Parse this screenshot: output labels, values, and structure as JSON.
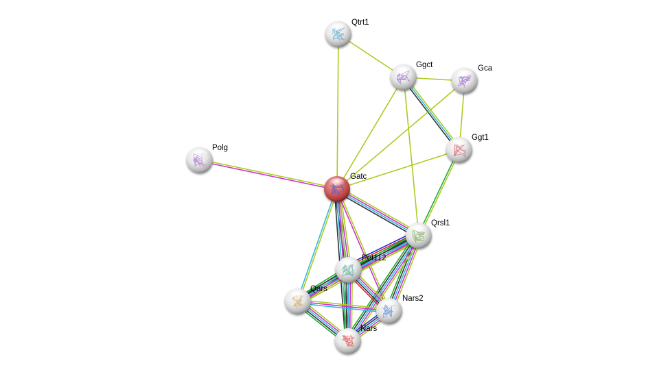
{
  "diagram": {
    "type": "protein-interaction-network",
    "edge_color_legend": {
      "experiments": "#cc33cc",
      "databases": "#33bbdd",
      "textmining": "#aacc22",
      "coexpression": "#333333",
      "neighborhood": "#22aa33",
      "gene_fusion": "#dd2222",
      "co_occurrence": "#2233cc"
    },
    "nodes": [
      {
        "id": "Qtrt1",
        "label": "Qtrt1",
        "query": false,
        "structure_color": "#55aacc"
      },
      {
        "id": "Ggct",
        "label": "Ggct",
        "query": false,
        "structure_color": "#9966cc"
      },
      {
        "id": "Gca",
        "label": "Gca",
        "query": false,
        "structure_color": "#9966cc"
      },
      {
        "id": "Ggt1",
        "label": "Ggt1",
        "query": false,
        "structure_color": "#cc5566"
      },
      {
        "id": "Polg",
        "label": "Polg",
        "query": false,
        "structure_color": "#aa77cc"
      },
      {
        "id": "Gatc",
        "label": "Gatc",
        "query": true,
        "structure_color": "#7755aa"
      },
      {
        "id": "Qrsl1",
        "label": "Qrsl1",
        "query": false,
        "structure_color": "#77aa55"
      },
      {
        "id": "Pet112",
        "label": "Pet112",
        "query": false,
        "structure_color": "#55aa99"
      },
      {
        "id": "Qars",
        "label": "Qars",
        "query": false,
        "structure_color": "#ccaa66"
      },
      {
        "id": "Nars2",
        "label": "Nars2",
        "query": false,
        "structure_color": "#5588cc"
      },
      {
        "id": "Nars",
        "label": "Nars",
        "query": false,
        "structure_color": "#dd4444"
      }
    ],
    "edges": [
      {
        "source": "Qtrt1",
        "target": "Gatc",
        "evidence": [
          "textmining"
        ]
      },
      {
        "source": "Qtrt1",
        "target": "Ggct",
        "evidence": [
          "textmining"
        ]
      },
      {
        "source": "Ggct",
        "target": "Gca",
        "evidence": [
          "textmining"
        ]
      },
      {
        "source": "Ggct",
        "target": "Ggt1",
        "evidence": [
          "databases",
          "coexpression",
          "textmining"
        ]
      },
      {
        "source": "Ggct",
        "target": "Gatc",
        "evidence": [
          "textmining"
        ]
      },
      {
        "source": "Ggct",
        "target": "Qrsl1",
        "evidence": [
          "textmining"
        ]
      },
      {
        "source": "Gca",
        "target": "Ggt1",
        "evidence": [
          "textmining"
        ]
      },
      {
        "source": "Gca",
        "target": "Gatc",
        "evidence": [
          "textmining"
        ]
      },
      {
        "source": "Ggt1",
        "target": "Gatc",
        "evidence": [
          "textmining"
        ]
      },
      {
        "source": "Ggt1",
        "target": "Qrsl1",
        "evidence": [
          "textmining",
          "neighborhood"
        ]
      },
      {
        "source": "Polg",
        "target": "Gatc",
        "evidence": [
          "experiments",
          "textmining"
        ]
      },
      {
        "source": "Gatc",
        "target": "Qrsl1",
        "evidence": [
          "experiments",
          "databases",
          "coexpression",
          "textmining"
        ]
      },
      {
        "source": "Gatc",
        "target": "Pet112",
        "evidence": [
          "experiments",
          "databases",
          "coexpression",
          "textmining"
        ]
      },
      {
        "source": "Gatc",
        "target": "Qars",
        "evidence": [
          "databases",
          "textmining"
        ]
      },
      {
        "source": "Gatc",
        "target": "Nars2",
        "evidence": [
          "experiments",
          "textmining"
        ]
      },
      {
        "source": "Gatc",
        "target": "Nars",
        "evidence": [
          "experiments",
          "databases",
          "coexpression",
          "textmining"
        ]
      },
      {
        "source": "Qrsl1",
        "target": "Pet112",
        "evidence": [
          "experiments",
          "databases",
          "coexpression",
          "neighborhood",
          "gene_fusion",
          "co_occurrence",
          "textmining"
        ]
      },
      {
        "source": "Qrsl1",
        "target": "Qars",
        "evidence": [
          "experiments",
          "databases",
          "coexpression",
          "neighborhood",
          "textmining"
        ]
      },
      {
        "source": "Qrsl1",
        "target": "Nars2",
        "evidence": [
          "experiments",
          "databases",
          "coexpression",
          "neighborhood",
          "textmining"
        ]
      },
      {
        "source": "Qrsl1",
        "target": "Nars",
        "evidence": [
          "experiments",
          "databases",
          "coexpression",
          "neighborhood",
          "textmining"
        ]
      },
      {
        "source": "Pet112",
        "target": "Qars",
        "evidence": [
          "experiments",
          "databases",
          "coexpression",
          "neighborhood",
          "textmining"
        ]
      },
      {
        "source": "Pet112",
        "target": "Nars2",
        "evidence": [
          "experiments",
          "databases",
          "coexpression",
          "gene_fusion",
          "textmining"
        ]
      },
      {
        "source": "Pet112",
        "target": "Nars",
        "evidence": [
          "experiments",
          "databases",
          "coexpression",
          "neighborhood",
          "textmining"
        ]
      },
      {
        "source": "Qars",
        "target": "Nars2",
        "evidence": [
          "experiments",
          "databases",
          "textmining"
        ]
      },
      {
        "source": "Qars",
        "target": "Nars",
        "evidence": [
          "experiments",
          "databases",
          "coexpression",
          "neighborhood",
          "textmining"
        ]
      },
      {
        "source": "Nars2",
        "target": "Nars",
        "evidence": [
          "experiments",
          "databases",
          "coexpression",
          "co_occurrence",
          "textmining"
        ]
      }
    ]
  }
}
